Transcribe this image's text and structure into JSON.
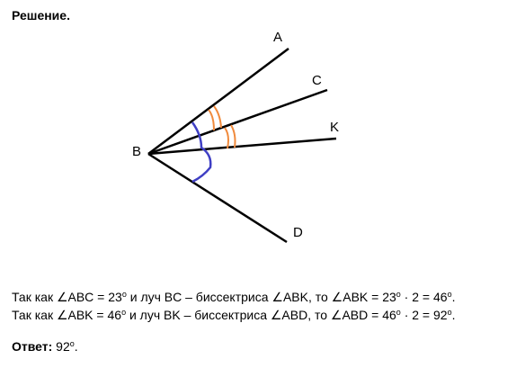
{
  "heading": "Решение.",
  "figure": {
    "point_labels": {
      "A": "A",
      "C": "C",
      "K": "K",
      "B": "B",
      "D": "D"
    },
    "colors": {
      "ray": "#000000",
      "arc_small_angles": "#f08a3c",
      "arc_large_angle": "#3f3fc4"
    }
  },
  "solution": {
    "line1": {
      "prefix": "Так как ∠ABC = 23",
      "deg1": "o",
      "middle": " и луч BC – биссектриса ∠ABK, то ∠ABK = 23",
      "deg2": "o",
      "mid2": " · 2 = 46",
      "deg3": "o",
      "end": "."
    },
    "line2": {
      "prefix": "Так как ∠ABK = 46",
      "deg1": "o",
      "middle": " и луч BK – биссектриса ∠ABD, то ∠ABD = 46",
      "deg2": "o",
      "mid2": " · 2 = 92",
      "deg3": "o",
      "end": "."
    }
  },
  "answer": {
    "label": "Ответ:",
    "value": " 92",
    "deg": "o",
    "end": "."
  }
}
